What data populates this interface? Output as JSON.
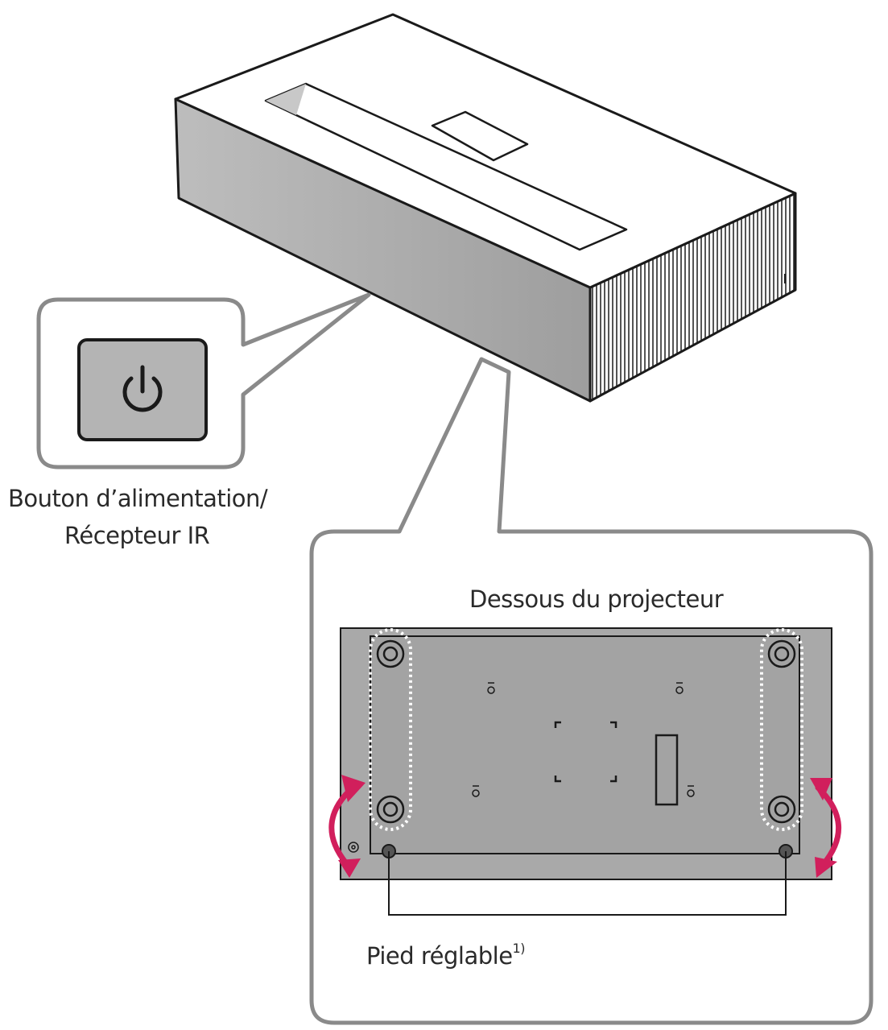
{
  "labels": {
    "power_receiver_line1": "Bouton d’alimentation/",
    "power_receiver_line2": "Récepteur IR",
    "underside_title": "Dessous du projecteur",
    "adjustable_foot": "Pied réglable",
    "adjustable_foot_note": "1)"
  },
  "icons": {
    "power": "power-icon",
    "rotate_left": "rotate-arrow-icon",
    "rotate_right": "rotate-arrow-icon"
  },
  "colors": {
    "accent_arrow": "#d11f5c",
    "panel_gray": "#a9a9a9",
    "outline": "#1a1a1a",
    "callout_stroke": "#8a8a8a"
  }
}
